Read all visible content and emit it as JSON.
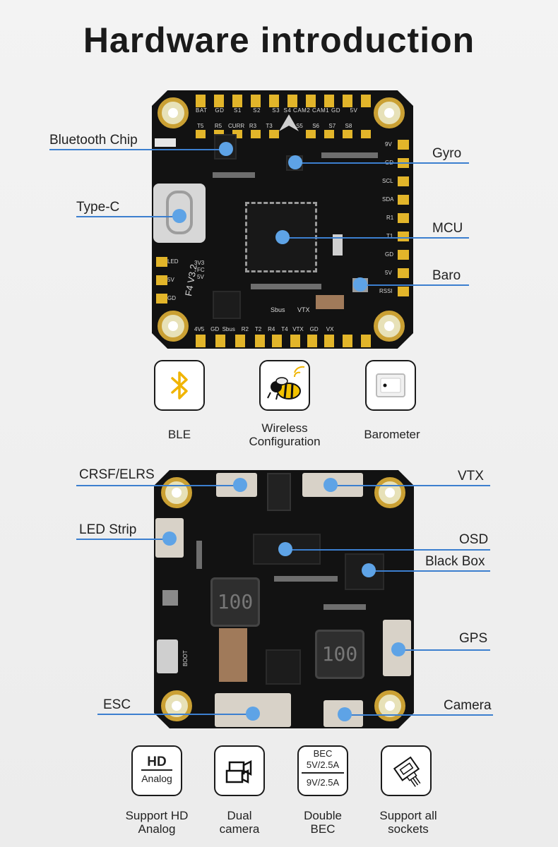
{
  "title": "Hardware introduction",
  "top_board": {
    "labels": {
      "bluetooth": "Bluetooth Chip",
      "gyro": "Gyro",
      "typec": "Type-C",
      "mcu": "MCU",
      "baro": "Baro"
    },
    "top_pads": [
      "BAT",
      "GD",
      "S1",
      "S2",
      "S3",
      "S4",
      "CAM2",
      "CAM1",
      "GD",
      "5V"
    ],
    "top_pads_row2": [
      "T5",
      "R5",
      "CURR",
      "R3",
      "T3",
      "S5",
      "S6",
      "S7",
      "S8"
    ],
    "bottom_pads": [
      "4V5",
      "GD",
      "Sbus",
      "R2",
      "T2",
      "R4",
      "T4",
      "VTX",
      "GD",
      "VX"
    ],
    "right_pads": [
      "9V",
      "GD",
      "SCL",
      "SDA",
      "R1",
      "T1",
      "GD",
      "5V",
      "RSSI"
    ],
    "left_pads": [
      "LED",
      "5V",
      "GD"
    ],
    "silk_version": "F4 V3.2",
    "silk_sbus": "Sbus",
    "silk_vtx": "VTX",
    "silk_power": [
      "3V3",
      "FC",
      "5V"
    ]
  },
  "top_features": [
    {
      "icon": "bluetooth-icon",
      "label": "BLE"
    },
    {
      "icon": "bee-wireless-icon",
      "label_line1": "Wireless",
      "label_line2": "Configuration"
    },
    {
      "icon": "barometer-sensor-icon",
      "label": "Barometer"
    }
  ],
  "bottom_board": {
    "labels": {
      "crsf": "CRSF/ELRS",
      "vtx": "VTX",
      "led": "LED Strip",
      "osd": "OSD",
      "blackbox": "Black Box",
      "gps": "GPS",
      "esc": "ESC",
      "camera": "Camera"
    },
    "inductor_text": "100",
    "silk_boot": "BOOT"
  },
  "bottom_features": [
    {
      "icon": "hd-analog-icon",
      "icon_top": "HD",
      "icon_bottom": "Analog",
      "label_line1": "Support HD",
      "label_line2": "Analog"
    },
    {
      "icon": "dual-camera-icon",
      "label_line1": "Dual",
      "label_line2": "camera"
    },
    {
      "icon": "bec-icon",
      "icon_top": "BEC",
      "icon_mid": "5V/2.5A",
      "icon_bottom": "9V/2.5A",
      "label_line1": "Double",
      "label_line2": "BEC"
    },
    {
      "icon": "sockets-icon",
      "label_line1": "Support all",
      "label_line2": "sockets"
    }
  ],
  "colors": {
    "accent": "#5ea3e6",
    "line": "#3c7fcf",
    "pad_gold": "#e2b52a",
    "ble_yellow": "#f0b400"
  }
}
